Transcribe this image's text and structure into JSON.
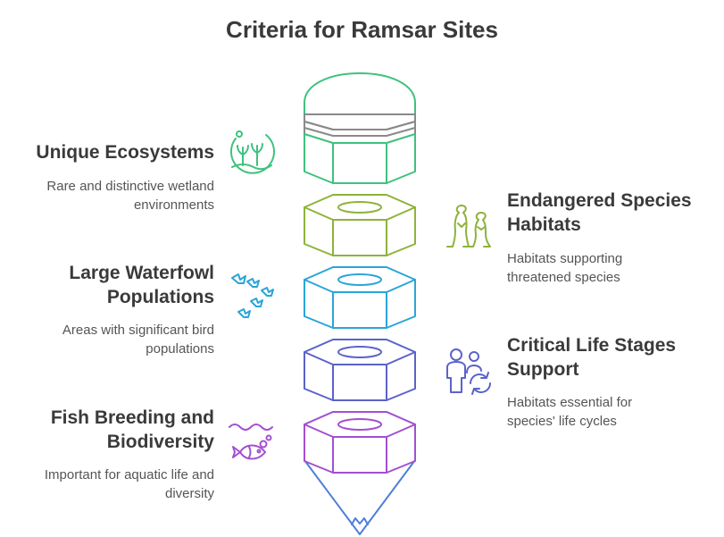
{
  "title": "Criteria for Ramsar Sites",
  "colors": {
    "green": "#3ec27e",
    "olive": "#8db33a",
    "blue": "#2aa5d8",
    "indigo": "#5b63c9",
    "purple": "#a34fd1",
    "gray": "#8a8a8a",
    "text": "#3a3a3a"
  },
  "criteria": [
    {
      "heading_lines": [
        "Unique Ecosystems"
      ],
      "desc_lines": [
        "Rare and distinctive wetland",
        "environments"
      ],
      "icon": "wetland-plants-icon"
    },
    {
      "heading_lines": [
        "Endangered Species",
        "Habitats"
      ],
      "desc_lines": [
        "Habitats supporting",
        "threatened species"
      ],
      "icon": "meerkats-icon"
    },
    {
      "heading_lines": [
        "Large Waterfowl",
        "Populations"
      ],
      "desc_lines": [
        "Areas with significant bird",
        "populations"
      ],
      "icon": "birds-icon"
    },
    {
      "heading_lines": [
        "Critical Life Stages",
        "Support"
      ],
      "desc_lines": [
        "Habitats essential for",
        "species' life cycles"
      ],
      "icon": "life-cycle-icon"
    },
    {
      "heading_lines": [
        "Fish Breeding and",
        "Biodiversity"
      ],
      "desc_lines": [
        "Important for aquatic life and",
        "diversity"
      ],
      "icon": "fish-icon"
    }
  ]
}
